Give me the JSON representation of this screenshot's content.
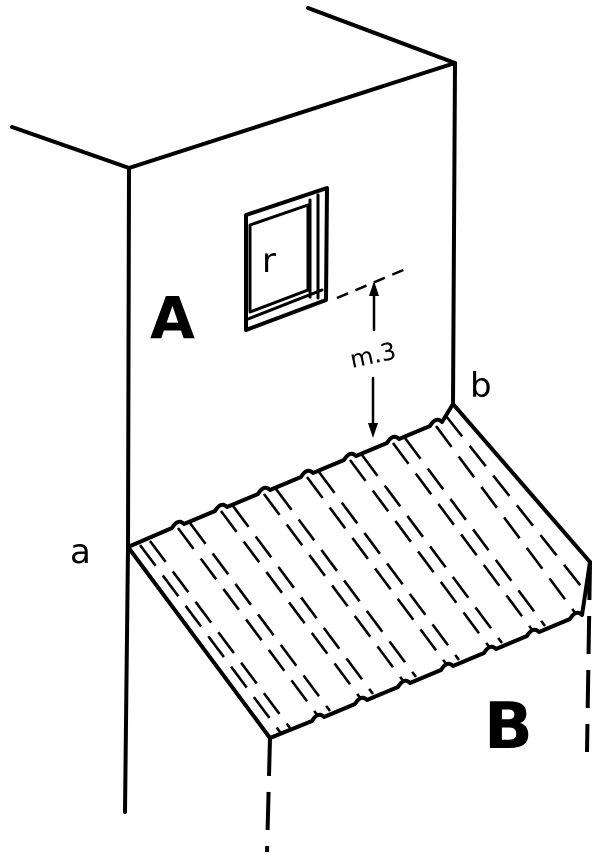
{
  "labels": {
    "building_a": "A",
    "building_b": "B",
    "window": "r",
    "point_a": "a",
    "point_b": "b",
    "height_dimension": "m.3"
  }
}
